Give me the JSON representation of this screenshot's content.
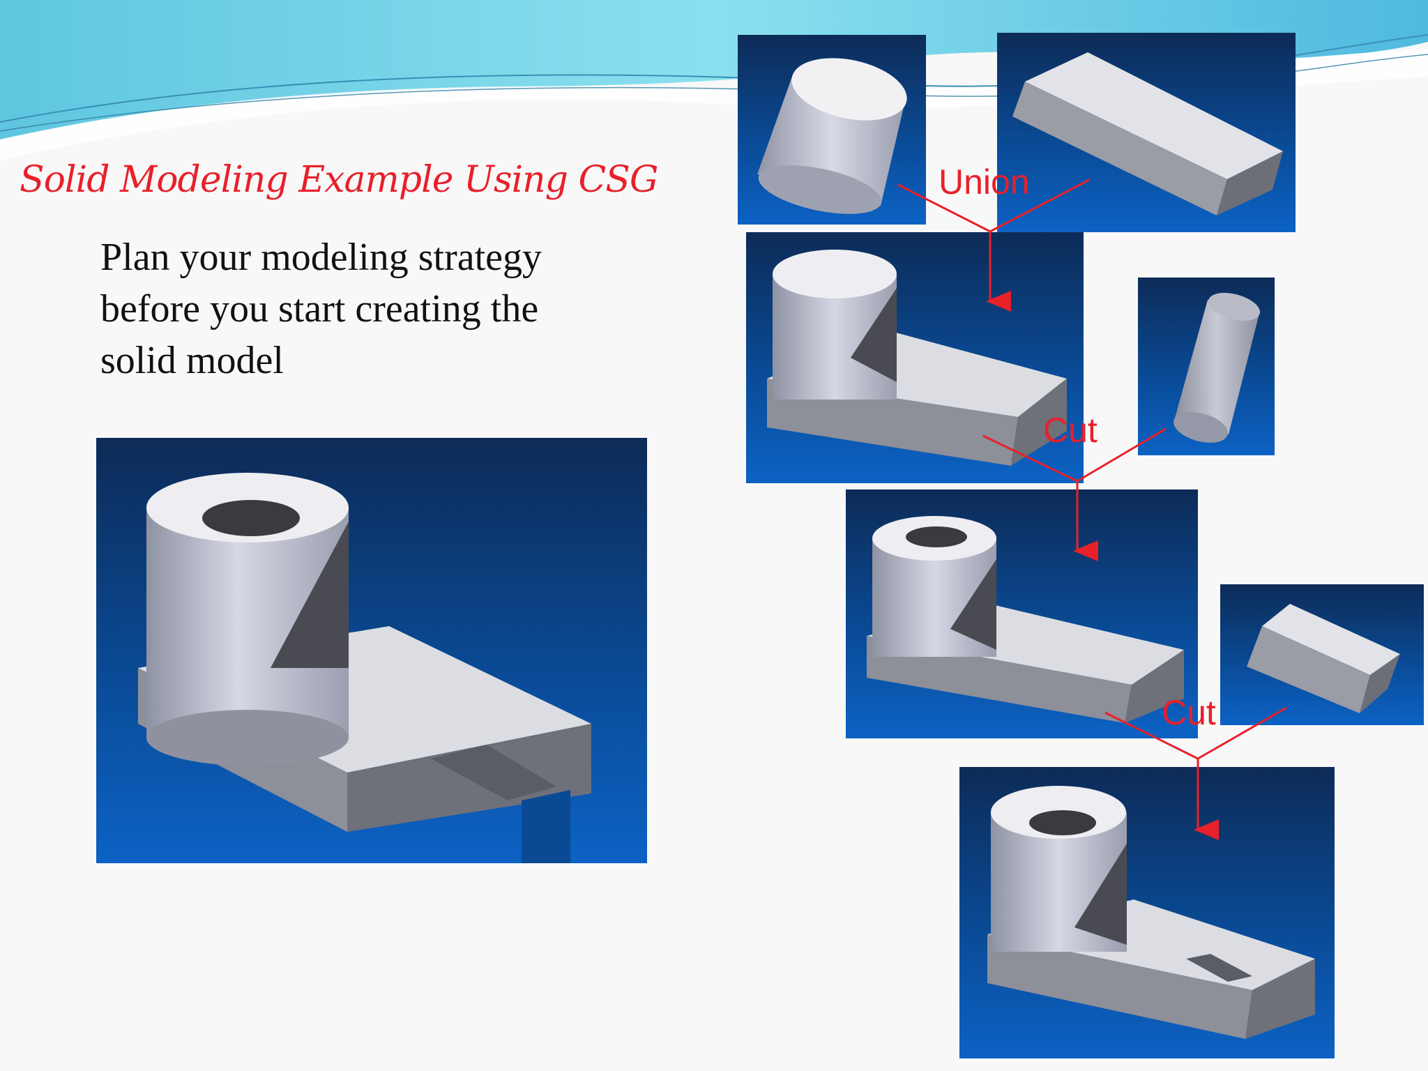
{
  "slide": {
    "title": "Solid Modeling Example Using CSG",
    "body_lines": [
      "Plan your modeling strategy",
      "before you start creating the",
      "solid model"
    ]
  },
  "operations": {
    "union": "Union",
    "cut_1": "Cut",
    "cut_2": "Cut"
  },
  "colors": {
    "title": "#e8202a",
    "arrows": "#e8202a",
    "panel_top": "#0d2b57",
    "panel_bottom": "#0c62c4"
  },
  "panels": [
    "final-part-large",
    "cylinder-primitive",
    "block-primitive",
    "union-result",
    "cut-cylinder-primitive",
    "cut-1-result",
    "cut-block-primitive",
    "final-result"
  ]
}
